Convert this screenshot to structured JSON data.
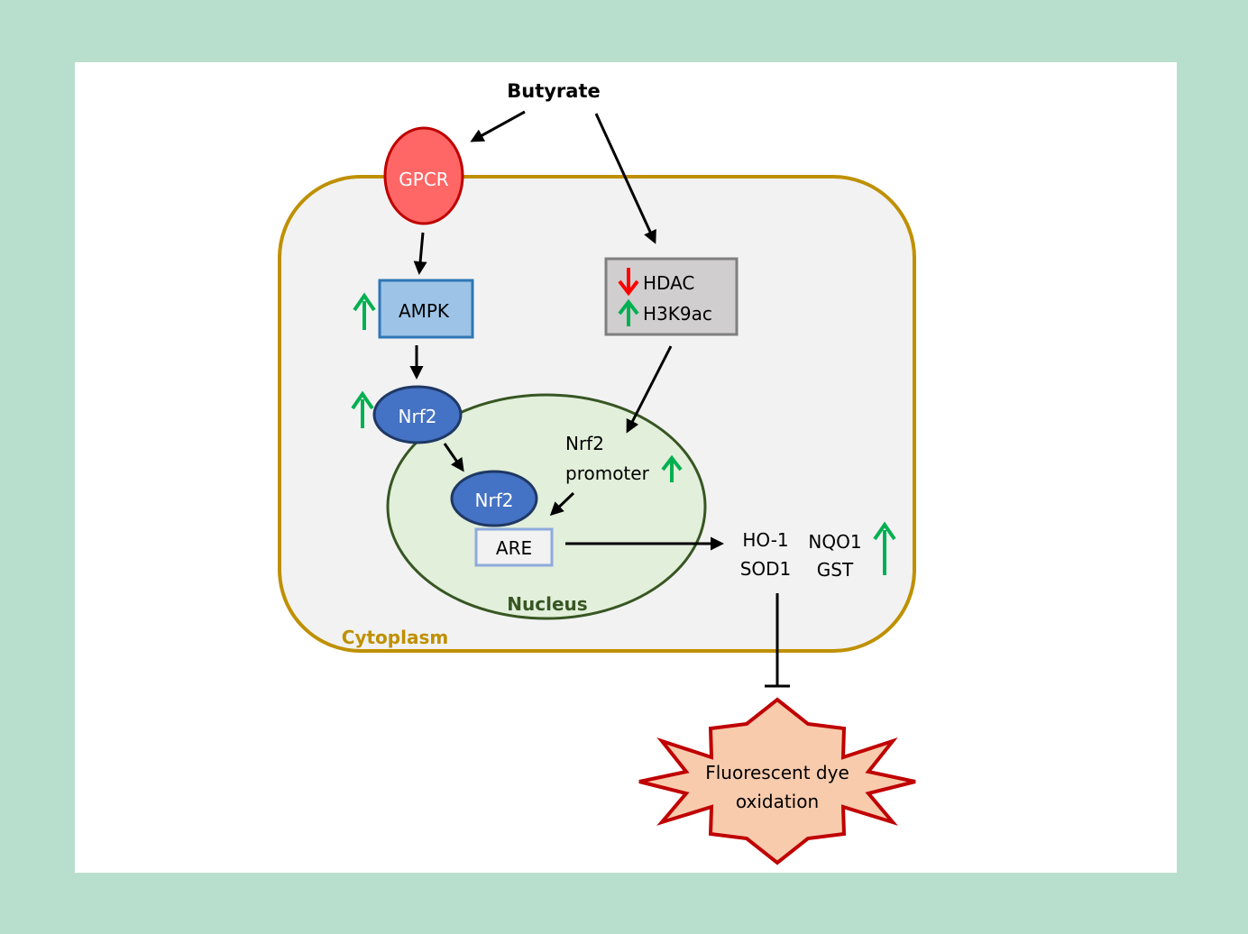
{
  "colors": {
    "background": "#b8dfcd",
    "panel": "#ffffff",
    "cell_fill": "#f2f2f2",
    "cell_border": "#bf9000",
    "nucleus_fill": "#e2efda",
    "nucleus_border": "#375623",
    "gpcr_fill": "#ff6666",
    "gpcr_border": "#c00000",
    "ampk_fill": "#9dc3e6",
    "ampk_border": "#2e75b6",
    "nrf2_fill": "#4472c4",
    "nrf2_border": "#1f3864",
    "hdac_fill": "#d0cece",
    "hdac_border": "#7f7f7f",
    "are_border": "#8faadc",
    "up_arrow": "#00b050",
    "down_arrow": "#ff0000",
    "burst_fill": "#f8cbad",
    "burst_border": "#c00000"
  },
  "labels": {
    "butyrate": "Butyrate",
    "gpcr": "GPCR",
    "ampk": "AMPK",
    "nrf2_cytoplasm": "Nrf2",
    "nrf2_nucleus": "Nrf2",
    "hdac": "HDAC",
    "h3k9ac": "H3K9ac",
    "nrf2_promoter_line1": "Nrf2",
    "nrf2_promoter_line2": "promoter",
    "are": "ARE",
    "nucleus": "Nucleus",
    "cytoplasm": "Cytoplasm",
    "ho1": "HO-1",
    "nqo1": "NQO1",
    "sod1": "SOD1",
    "gst": "GST",
    "burst_line1": "Fluorescent dye",
    "burst_line2": "oxidation"
  },
  "regulation": {
    "ampk": "up",
    "nrf2": "up",
    "hdac": "down",
    "h3k9ac": "up",
    "nrf2_promoter": "up",
    "antioxidant_genes": "up"
  }
}
